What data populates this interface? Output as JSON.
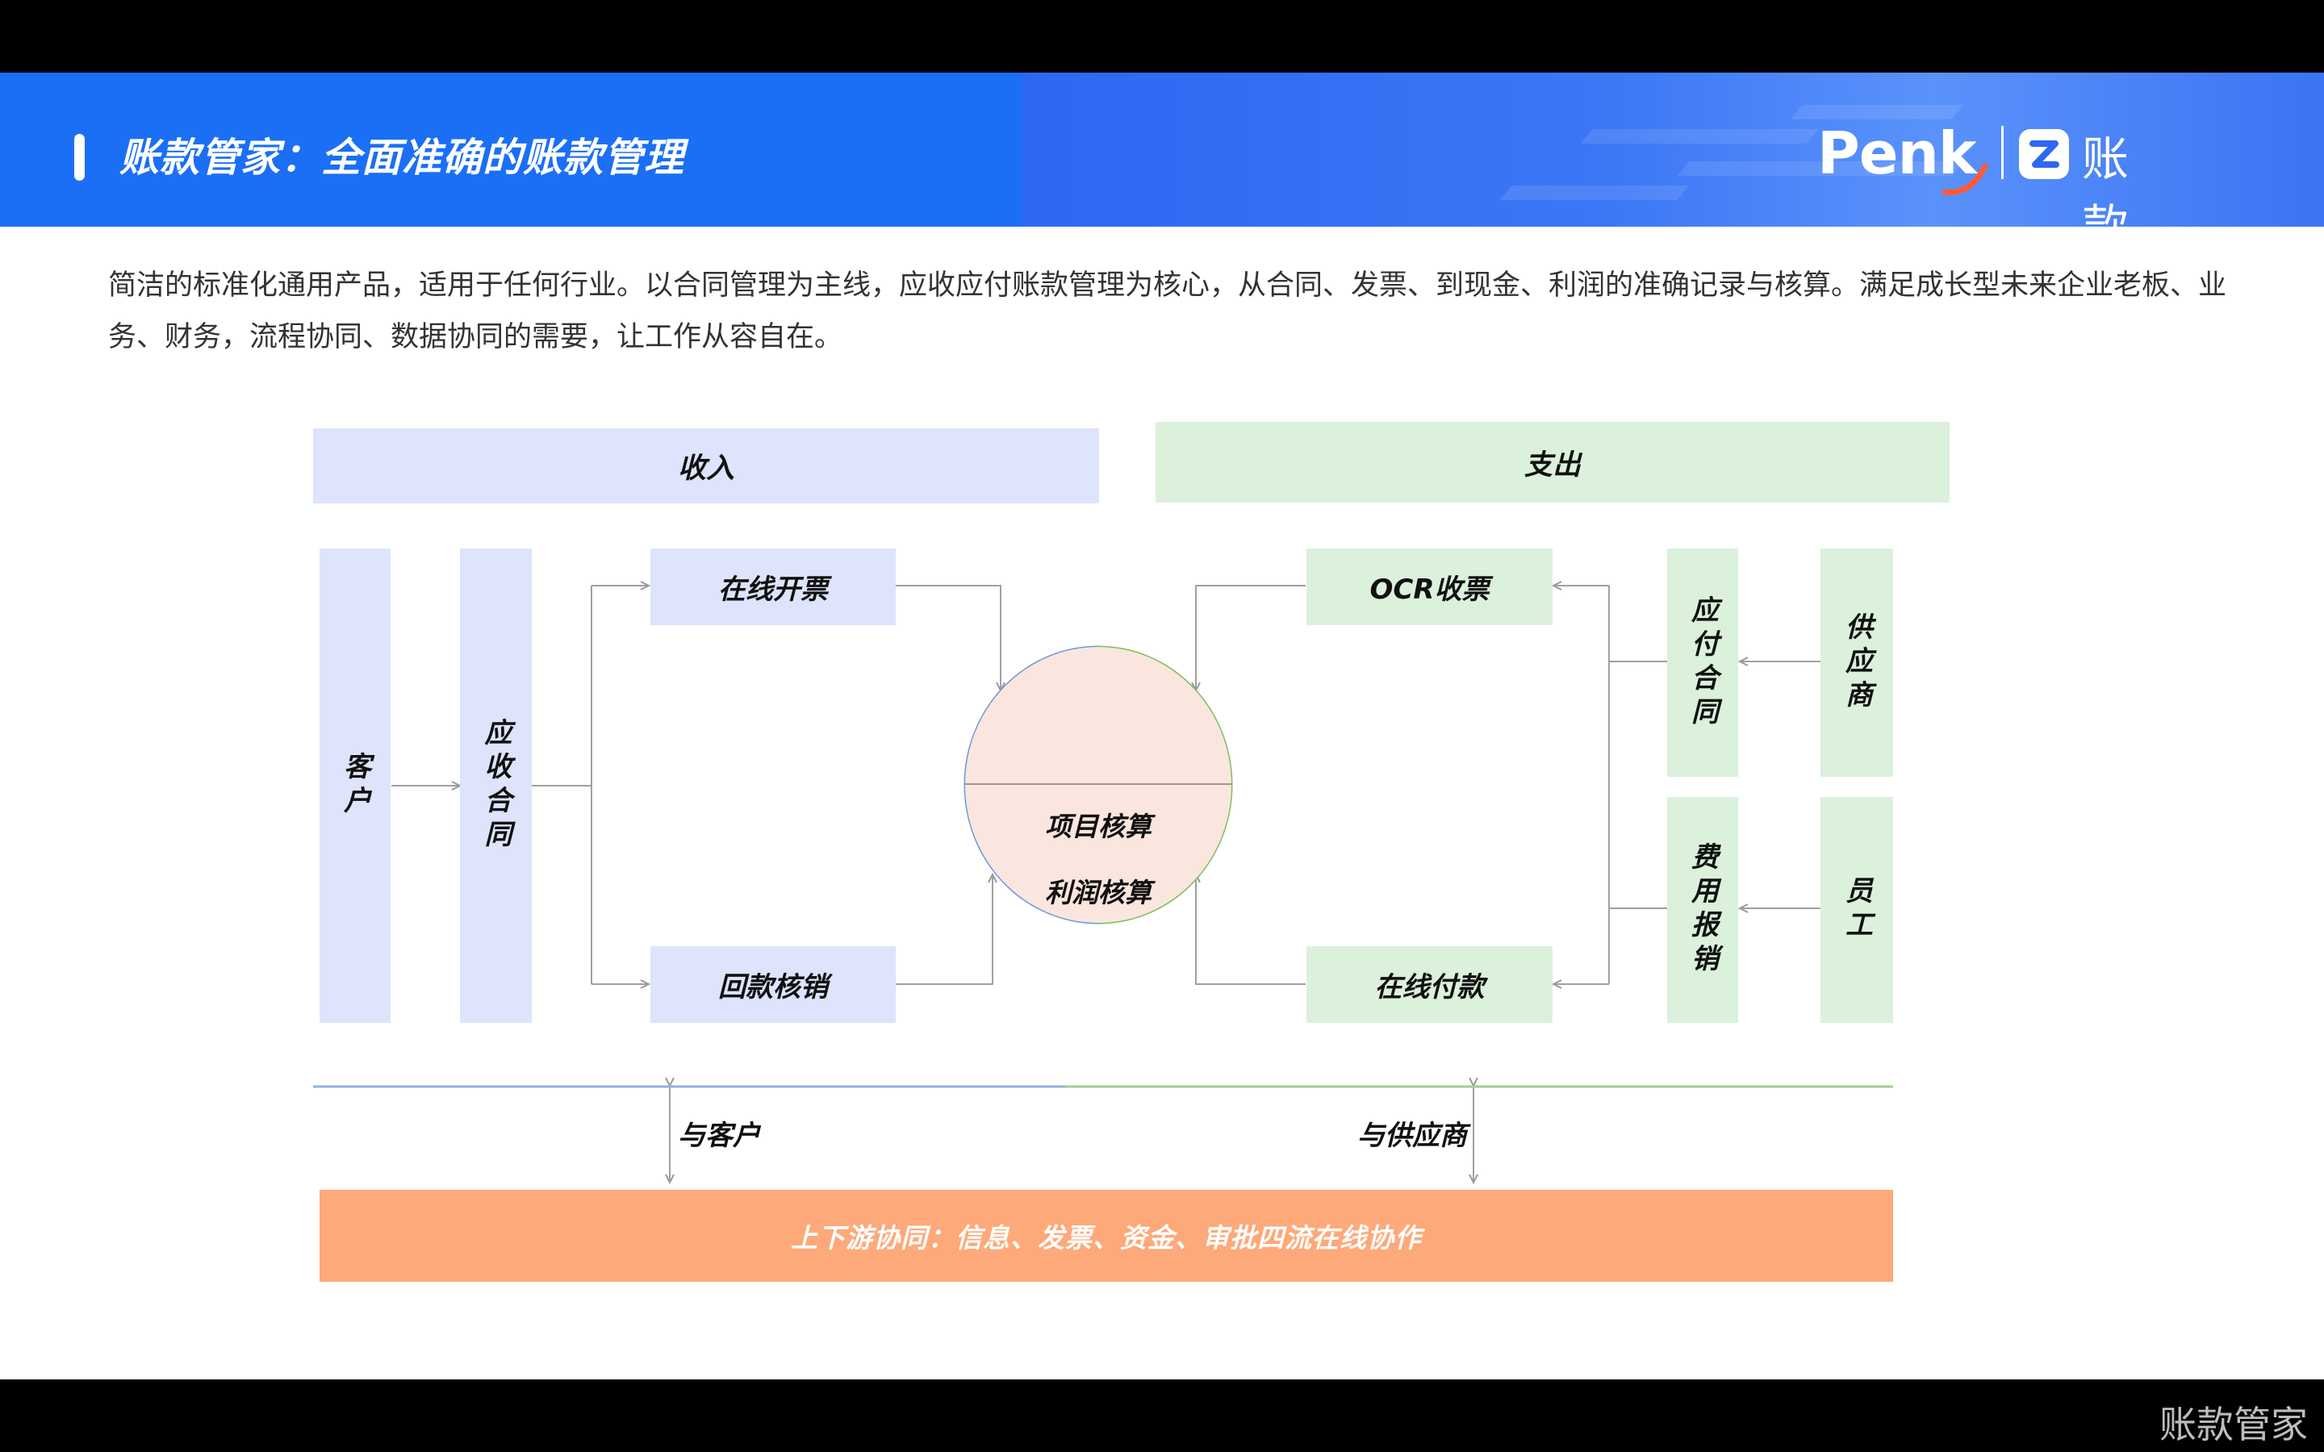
{
  "header": {
    "title": "账款管家：全面准确的账款管理",
    "brand_penk": "Penk",
    "brand_name": "账款管家"
  },
  "description": "简洁的标准化通用产品，适用于任何行业。以合同管理为主线，应收应付账款管理为核心，从合同、发票、到现金、利润的准确记录与核算。满足成长型未来企业老板、业务、财务，流程协同、数据协同的需要，让工作从容自在。",
  "diagram": {
    "income_header": "收入",
    "expense_header": "支出",
    "customer": "客户",
    "receivable_contract": "应收合同",
    "online_invoicing": "在线开票",
    "payment_writeoff": "回款核销",
    "center_top": "项目核算",
    "center_bottom": "利润核算",
    "ocr_receipt": "OCR收票",
    "online_payment": "在线付款",
    "payable_contract": "应付合同",
    "expense_reimbursement": "费用报销",
    "supplier": "供应商",
    "employee": "员工",
    "with_customer": "与客户",
    "with_supplier": "与供应商",
    "collaboration": "上下游协同：信息、发票、资金、审批四流在线协作"
  },
  "colors": {
    "header_blue": "#1a6ff5",
    "income_fill": "#dde4fb",
    "expense_fill": "#dbf1dc",
    "center_fill": "#fbe6df",
    "footer_fill": "#fda97a"
  },
  "watermark": "账款管家"
}
